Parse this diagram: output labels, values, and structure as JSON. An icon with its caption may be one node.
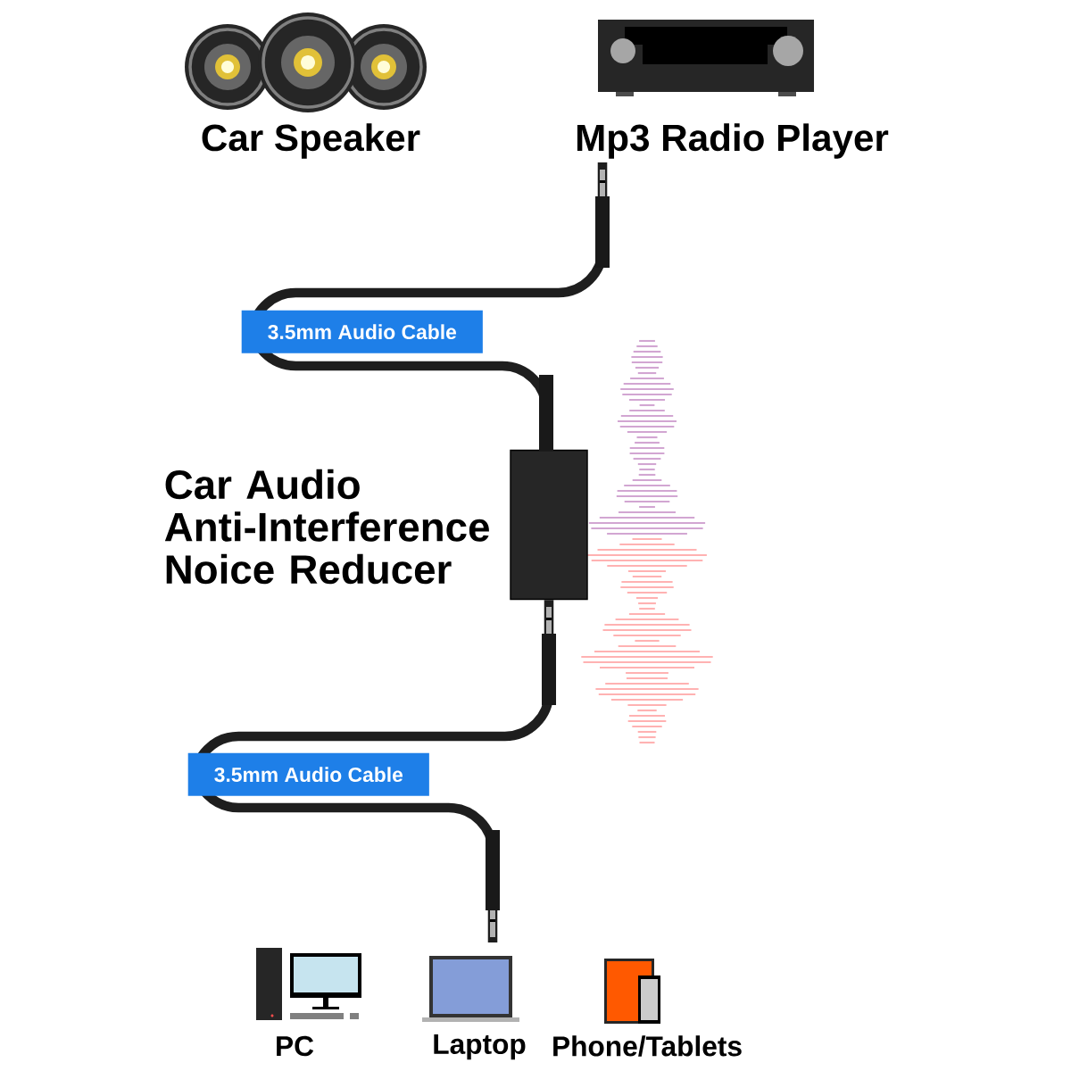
{
  "diagram": {
    "nodes": [
      {
        "text": [
          "Car Speaker"
        ]
      },
      {
        "text": [
          "Mp3 Radio Player"
        ]
      },
      {
        "text": [
          "Car Audio Anti-Interference Noice Reducer"
        ]
      },
      {
        "text": [
          "PC"
        ]
      },
      {
        "text": [
          "Laptop"
        ]
      },
      {
        "text": [
          "Phone/Tablets"
        ]
      }
    ],
    "edges": [
      {
        "from": 1,
        "to": 2,
        "arrow": "none",
        "label": "3.5mm Audio Cable"
      },
      {
        "from": 2,
        "to": 4,
        "arrow": "none",
        "label": "3.5mm Audio Cable"
      }
    ]
  }
}
